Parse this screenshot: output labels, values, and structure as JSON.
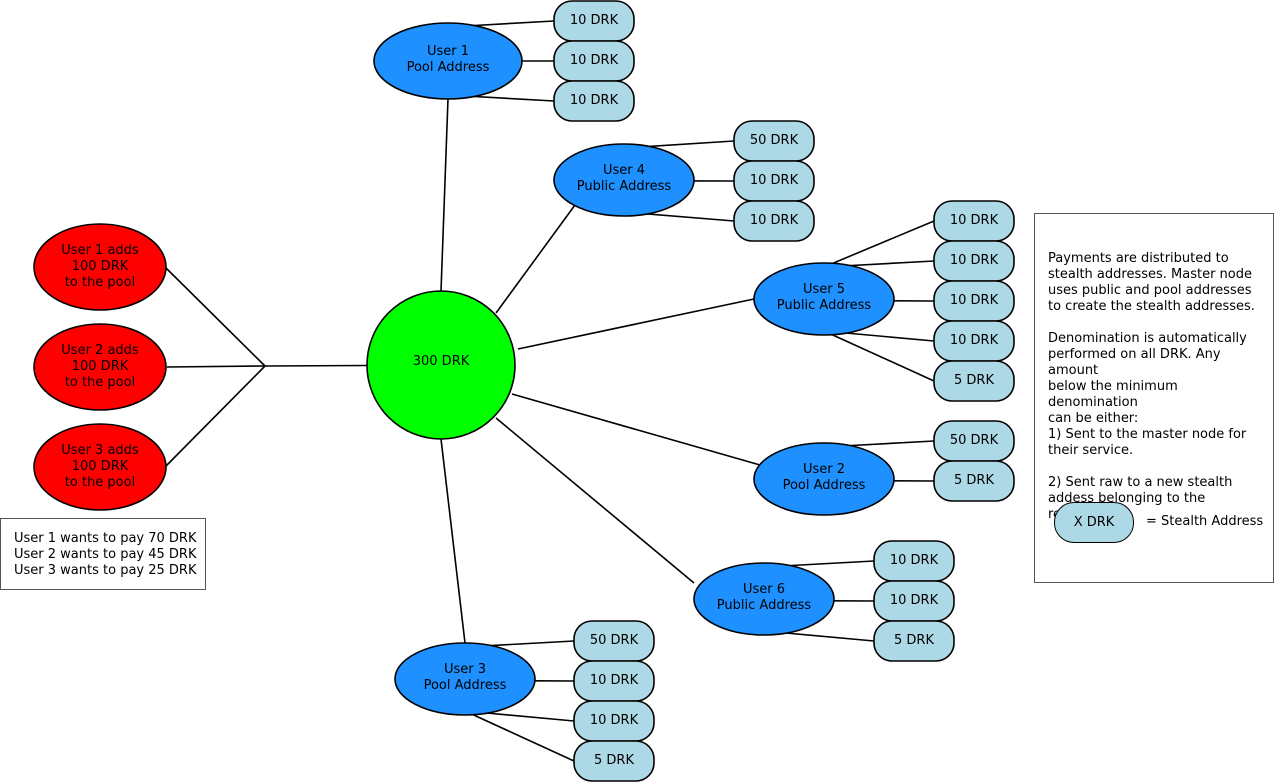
{
  "center": {
    "label": "300 DRK"
  },
  "contributors": [
    {
      "lines": [
        "User 1 adds",
        "100 DRK",
        "to the pool"
      ]
    },
    {
      "lines": [
        "User 2 adds",
        "100 DRK",
        "to the pool"
      ]
    },
    {
      "lines": [
        "User 3 adds",
        "100 DRK",
        "to the pool"
      ]
    }
  ],
  "addresses": [
    {
      "name": "User 1",
      "kind": "Pool Address",
      "outputs": [
        "10 DRK",
        "10 DRK",
        "10 DRK"
      ]
    },
    {
      "name": "User 4",
      "kind": "Public Address",
      "outputs": [
        "50 DRK",
        "10 DRK",
        "10 DRK"
      ]
    },
    {
      "name": "User 5",
      "kind": "Public Address",
      "outputs": [
        "10 DRK",
        "10 DRK",
        "10 DRK",
        "10 DRK",
        "5 DRK"
      ]
    },
    {
      "name": "User 2",
      "kind": "Pool Address",
      "outputs": [
        "50 DRK",
        "5 DRK"
      ]
    },
    {
      "name": "User 6",
      "kind": "Public Address",
      "outputs": [
        "10 DRK",
        "10 DRK",
        "5 DRK"
      ]
    },
    {
      "name": "User 3",
      "kind": "Pool Address",
      "outputs": [
        "50 DRK",
        "10 DRK",
        "10 DRK",
        "5 DRK"
      ]
    }
  ],
  "payments_box": {
    "line1": "User 1 wants to pay 70 DRK",
    "line2": "User 2 wants to pay 45 DRK",
    "line3": "User 3 wants to pay 25 DRK"
  },
  "legend": {
    "text": "Payments are distributed to\nstealth addresses. Master node\nuses public and pool addresses\nto create the stealth addresses.\n\nDenomination is automatically\nperformed on all DRK. Any amount\nbelow the minimum denomination\ncan be either:\n1) Sent to the master node for\ntheir service.\n\n2) Sent raw to a new stealth\naddess belonging to the\nrecipient.",
    "pill_label": "X DRK",
    "pill_meaning": "= Stealth Address"
  },
  "colors": {
    "contributor": "#ff0000",
    "center": "#00ff00",
    "address": "#1e90ff",
    "stealth": "#add8e6"
  }
}
